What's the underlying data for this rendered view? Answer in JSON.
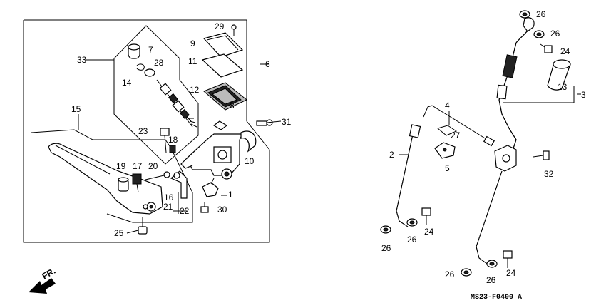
{
  "diagram_code": "MS23-F0400 A",
  "direction_label": "FR.",
  "callouts": {
    "c1": "1",
    "c2": "2",
    "c3": "3",
    "c4": "4",
    "c5": "5",
    "c6": "6",
    "c7": "7",
    "c8": "8",
    "c9": "9",
    "c10": "10",
    "c11": "11",
    "c12": "12",
    "c13": "13",
    "c14": "14",
    "c15": "15",
    "c16": "16",
    "c17": "17",
    "c18": "18",
    "c19": "19",
    "c20": "20",
    "c21": "21",
    "c22": "22",
    "c23": "23",
    "c24a": "24",
    "c24b": "24",
    "c24c": "24",
    "c25": "25",
    "c26a": "26",
    "c26b": "26",
    "c26c": "26",
    "c26d": "26",
    "c26e": "26",
    "c26f": "26",
    "c27": "27",
    "c28": "28",
    "c29": "29",
    "c30": "30",
    "c31": "31",
    "c32": "32",
    "c33": "33"
  }
}
